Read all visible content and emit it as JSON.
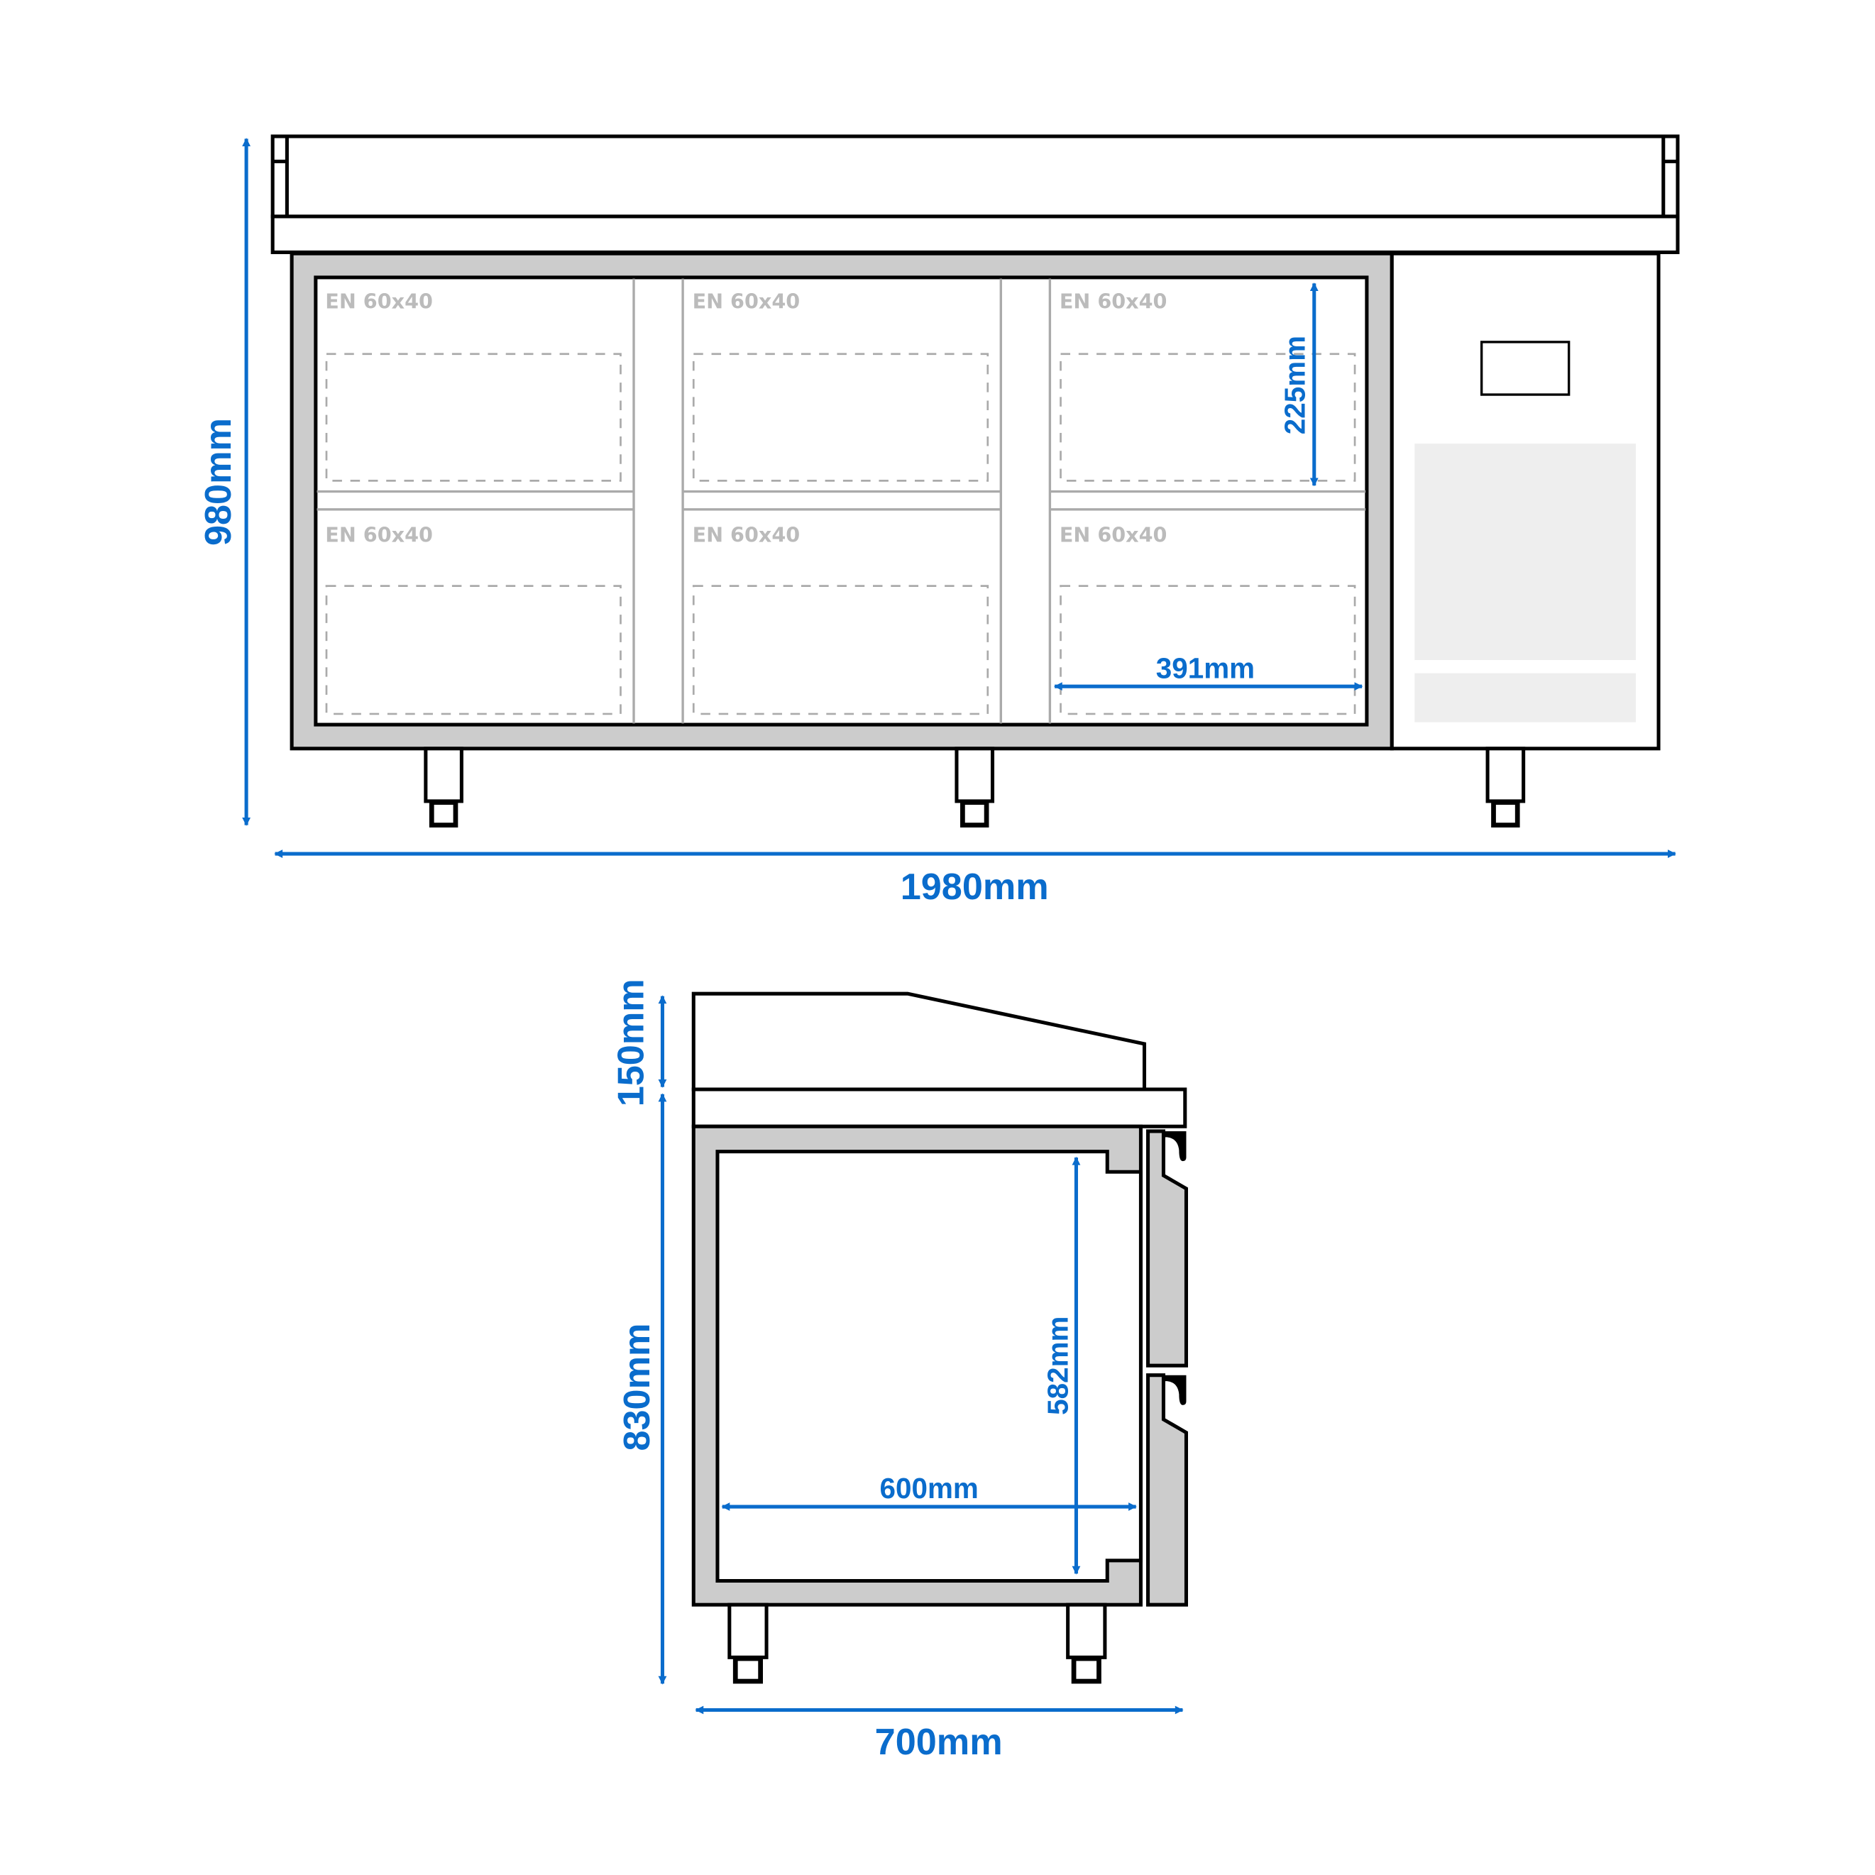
{
  "colors": {
    "dimension": "#0a6ccc",
    "panel_grey": "#cccccc",
    "label_grey": "#bbbbbb"
  },
  "front_view": {
    "container_labels": [
      "EN 60x40",
      "EN 60x40",
      "EN 60x40",
      "EN 60x40",
      "EN 60x40",
      "EN 60x40"
    ],
    "height": "980mm",
    "width": "1980mm",
    "drawer_height": "225mm",
    "drawer_width": "391mm"
  },
  "side_view": {
    "upstand_height": "150mm",
    "body_height": "830mm",
    "inner_height": "582mm",
    "inner_depth": "600mm",
    "depth": "700mm"
  }
}
